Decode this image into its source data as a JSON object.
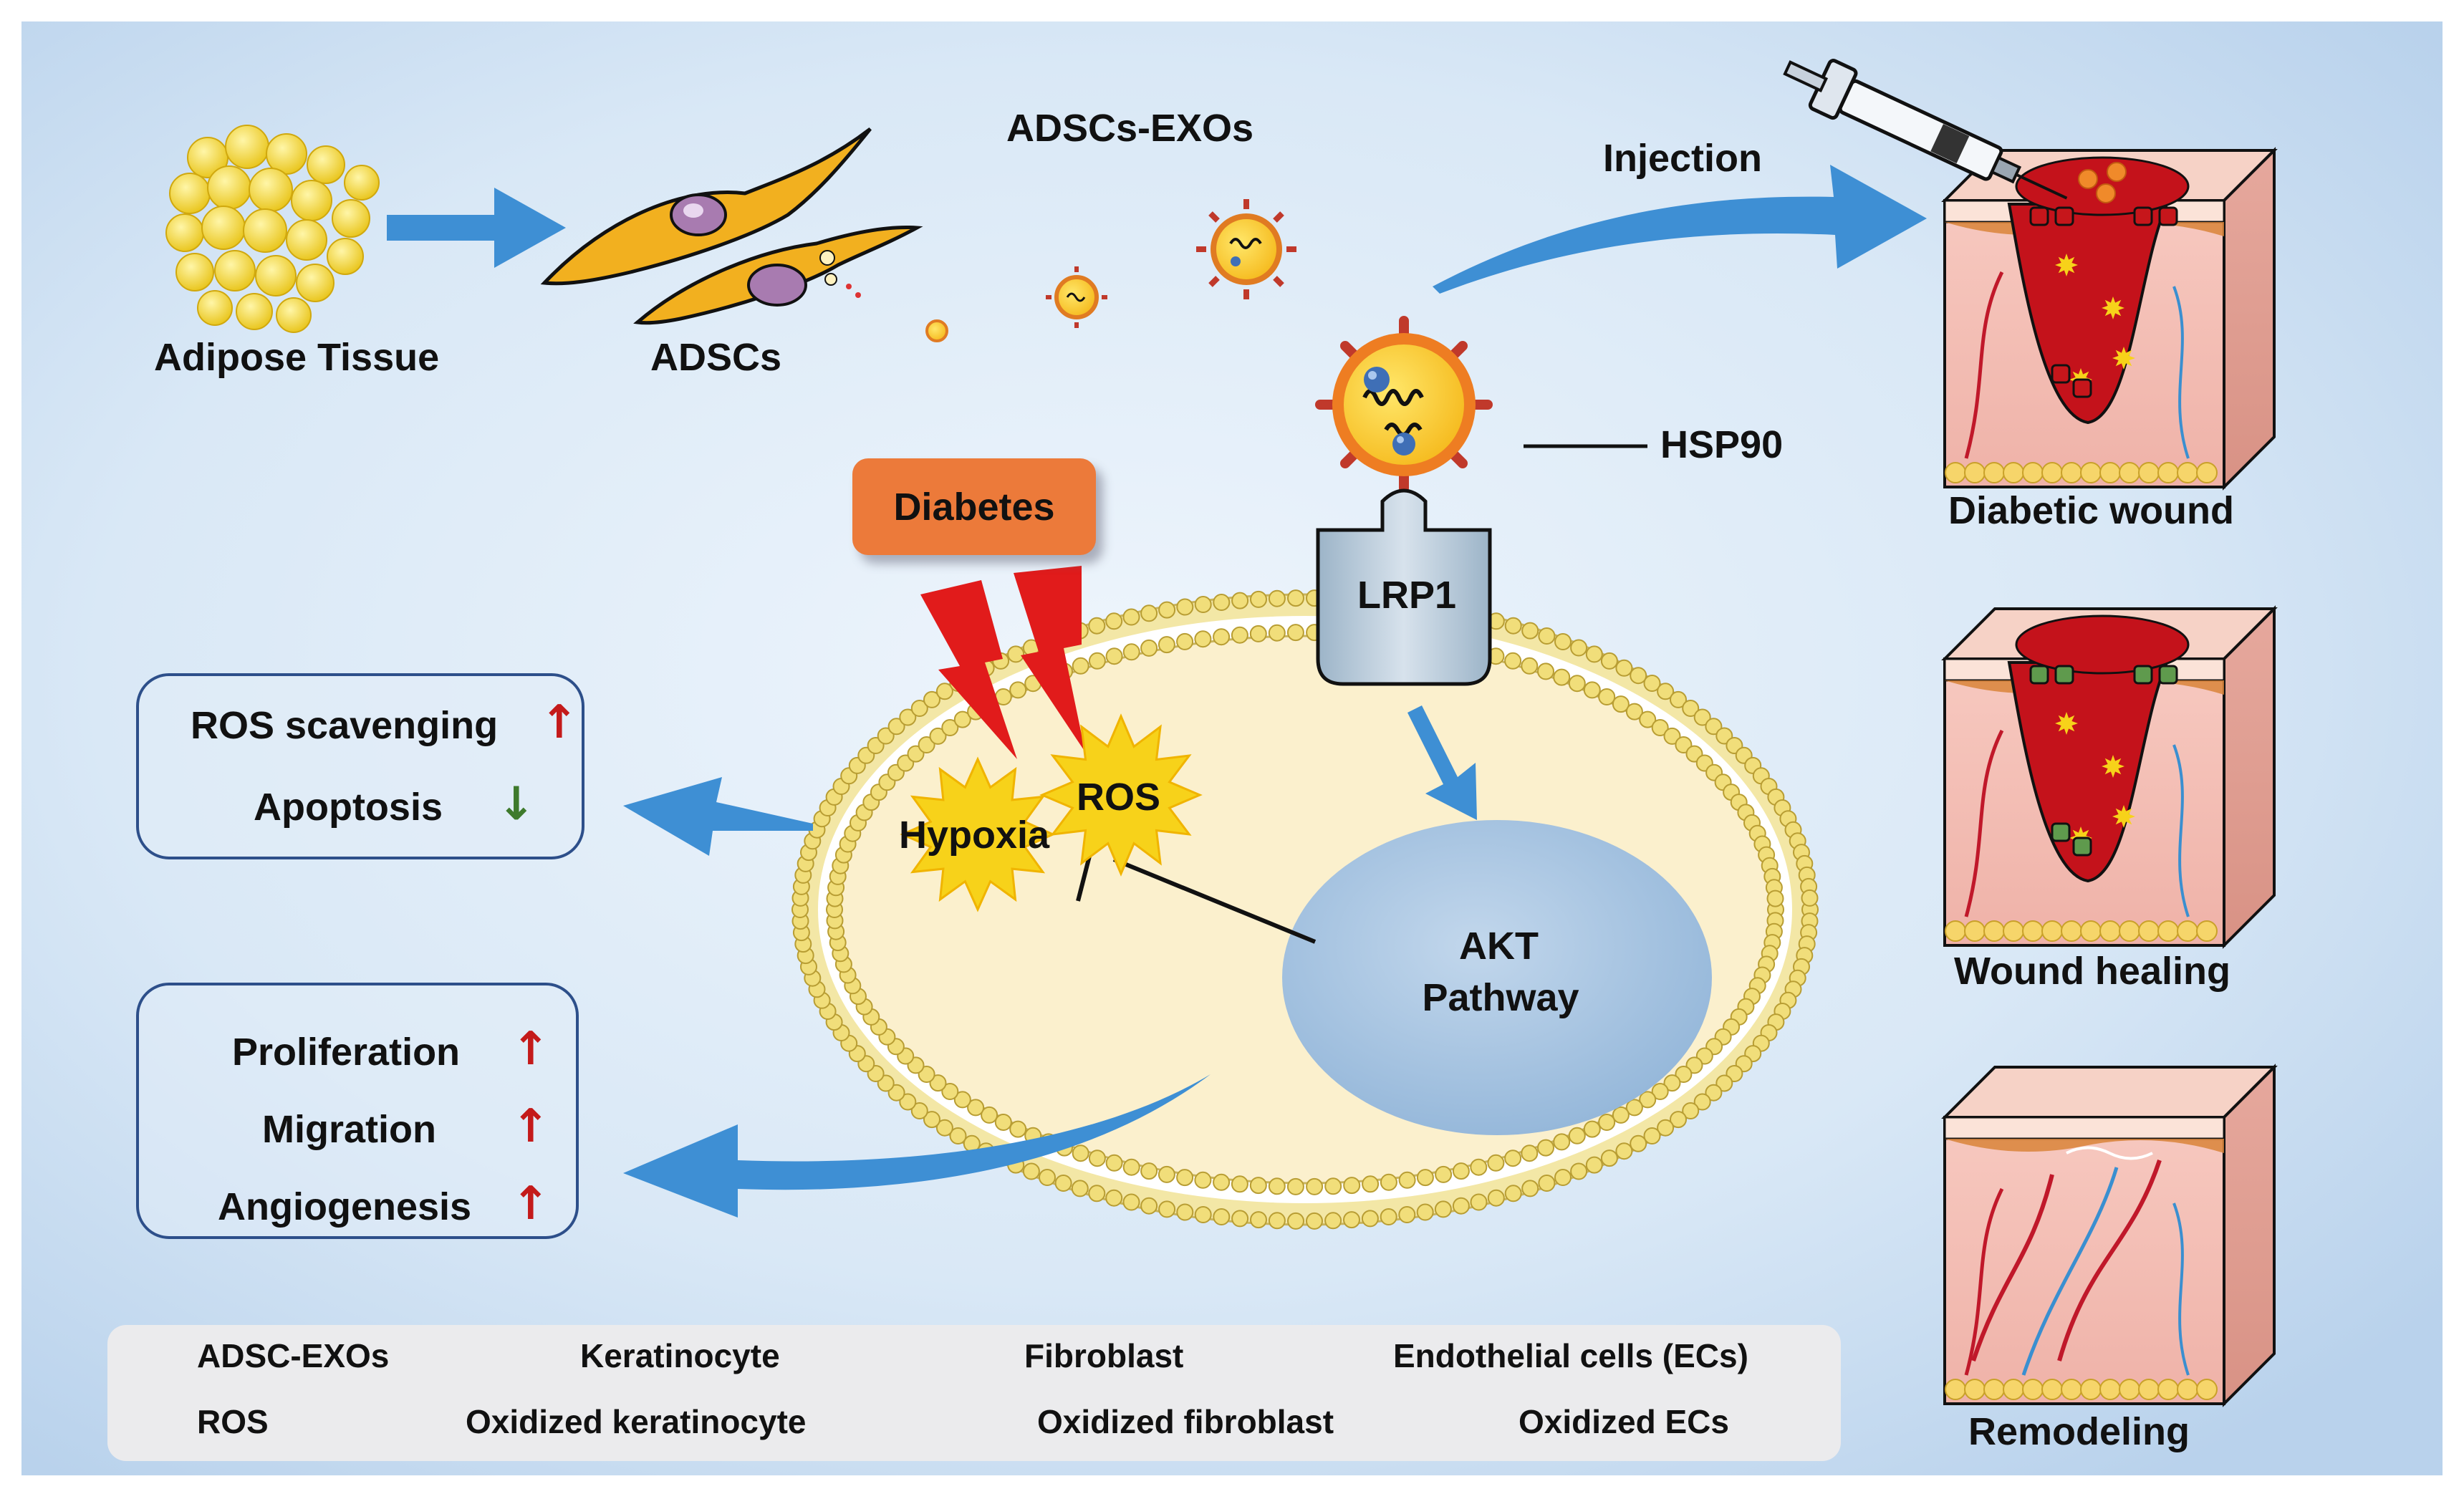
{
  "labels": {
    "adipose_tissue": "Adipose Tissue",
    "adscs": "ADSCs",
    "adscs_exos": "ADSCs-EXOs",
    "injection": "Injection",
    "hsp90": "HSP90",
    "lrp1": "LRP1",
    "diabetes": "Diabetes",
    "hypoxia": "Hypoxia",
    "ros": "ROS",
    "akt_line1": "AKT",
    "akt_line2": "Pathway",
    "diabetic_wound": "Diabetic wound",
    "wound_healing": "Wound healing",
    "remodeling": "Remodeling"
  },
  "box_top": {
    "rows": [
      {
        "label": "ROS scavenging",
        "arrow": "↑",
        "arrow_color": "#c41a1a"
      },
      {
        "label": "Apoptosis",
        "arrow": "↓",
        "arrow_color": "#3e7a2c"
      }
    ]
  },
  "box_bottom": {
    "rows": [
      {
        "label": "Proliferation",
        "arrow": "↑",
        "arrow_color": "#c41a1a"
      },
      {
        "label": "Migration",
        "arrow": "↑",
        "arrow_color": "#c41a1a"
      },
      {
        "label": "Angiogenesis",
        "arrow": "↑",
        "arrow_color": "#c41a1a"
      }
    ]
  },
  "legend": [
    {
      "label": "ADSC-EXOs",
      "icon": "orange-dot-icon"
    },
    {
      "label": "Keratinocyte",
      "icon": "keratinocyte-icon"
    },
    {
      "label": "Fibroblast",
      "icon": "fibroblast-icon"
    },
    {
      "label": "Endothelial cells (ECs)",
      "icon": "endothelial-cell-icon"
    },
    {
      "label": "ROS",
      "icon": "ros-burst-icon"
    },
    {
      "label": "Oxidized keratinocyte",
      "icon": "oxidized-keratinocyte-icon"
    },
    {
      "label": "Oxidized fibroblast",
      "icon": "oxidized-fibroblast-icon"
    },
    {
      "label": "Oxidized ECs",
      "icon": "oxidized-ec-icon"
    }
  ],
  "colors": {
    "background": "#d6e6f5",
    "arrow_blue": "#3e8fd4",
    "lightning_red": "#e11b1b",
    "ros_yellow": "#f7d21a",
    "exo_orange": "#f08a2a",
    "membrane": "#f3e7a6",
    "cell_interior": "#fbf0cd",
    "akt_ellipse": "#a9c6e2",
    "box_border": "#2d4f8a",
    "diabetes_box": "#ec7a3a"
  }
}
